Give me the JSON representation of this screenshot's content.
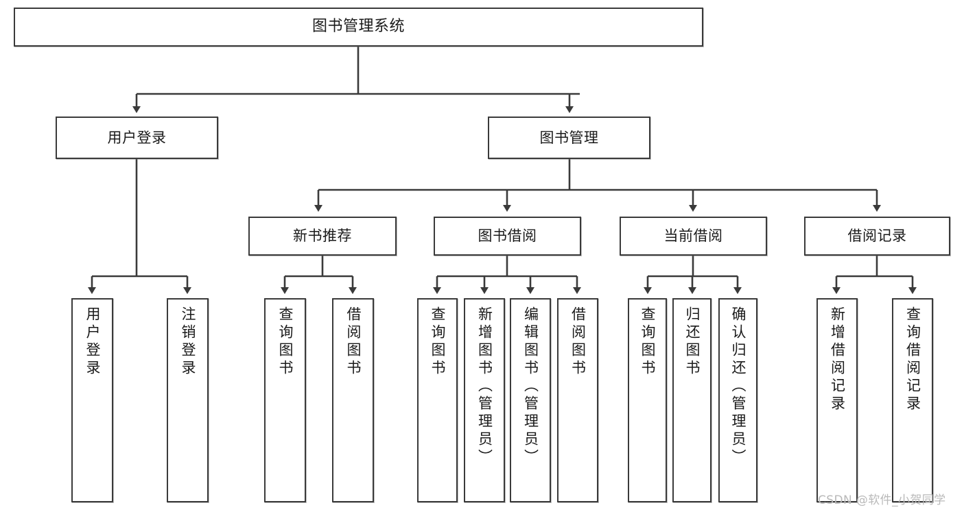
{
  "diagram": {
    "type": "hierarchy-tree",
    "title": "图书管理系统",
    "levels": 4,
    "line_color": "#3a3a3a",
    "box_fill": "#ffffff",
    "text_color": "#1a1a1a",
    "nodes": {
      "root": {
        "label": "图书管理系统"
      },
      "level2": [
        {
          "label": "用户登录"
        },
        {
          "label": "图书管理"
        }
      ],
      "level3": [
        {
          "label": "新书推荐"
        },
        {
          "label": "图书借阅"
        },
        {
          "label": "当前借阅"
        },
        {
          "label": "借阅记录"
        }
      ],
      "leaves_user_login": [
        {
          "label": "用户登录"
        },
        {
          "label": "注销登录"
        }
      ],
      "leaves_new_book": [
        {
          "label": "查询图书"
        },
        {
          "label": "借阅图书"
        }
      ],
      "leaves_borrow": [
        {
          "label": "查询图书"
        },
        {
          "label": "新增图书（管理员）"
        },
        {
          "label": "编辑图书（管理员）"
        },
        {
          "label": "借阅图书"
        }
      ],
      "leaves_current": [
        {
          "label": "查询图书"
        },
        {
          "label": "归还图书"
        },
        {
          "label": "确认归还（管理员）"
        }
      ],
      "leaves_records": [
        {
          "label": "新增借阅记录"
        },
        {
          "label": "查询借阅记录"
        }
      ]
    }
  },
  "watermark": {
    "text": "CSDN @软件_小贺同学",
    "color": "#b9b9b9"
  }
}
